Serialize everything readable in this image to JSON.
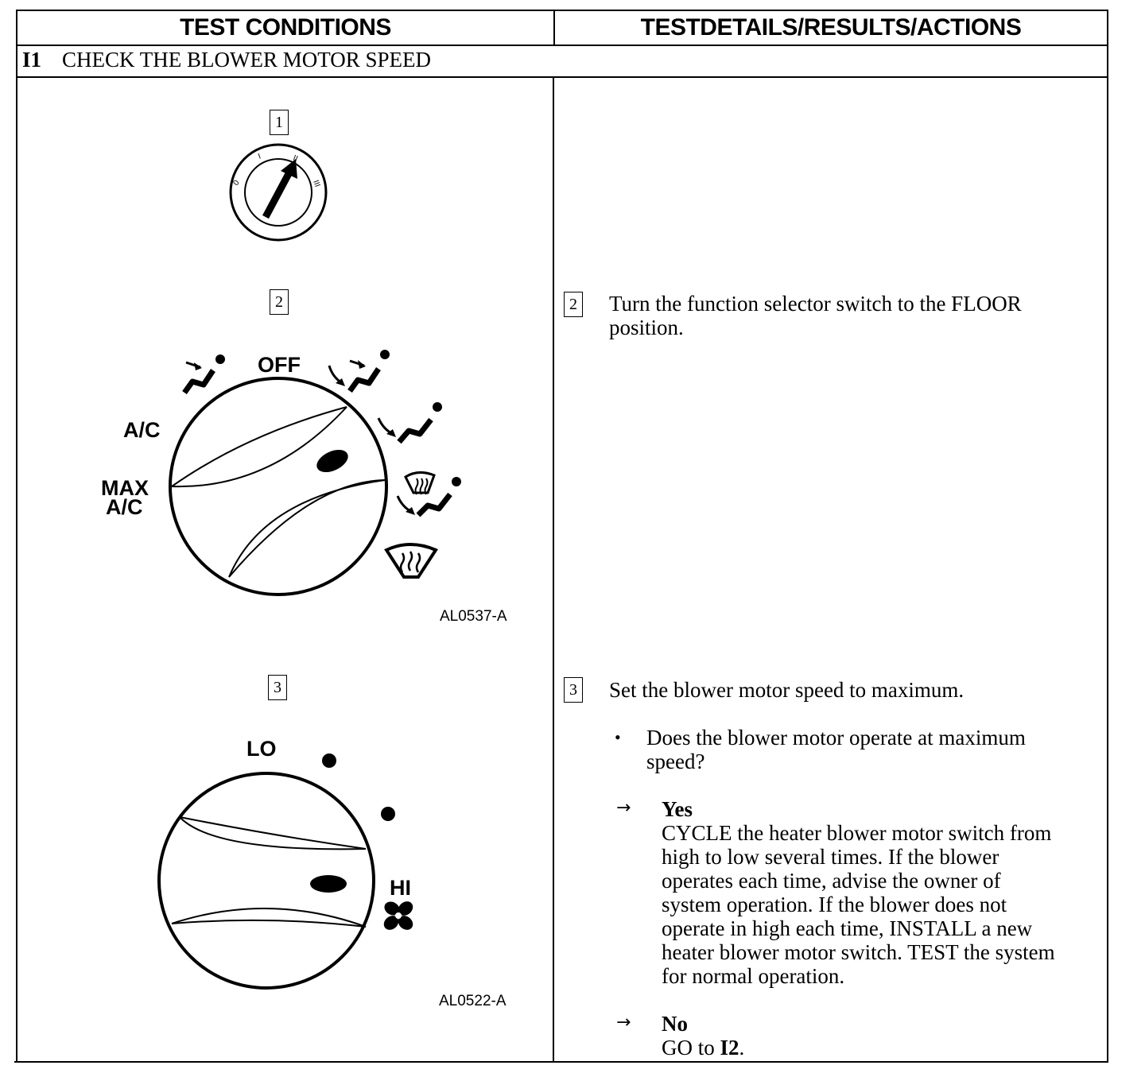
{
  "header": {
    "left": "TEST CONDITIONS",
    "right": "TESTDETAILS/RESULTS/ACTIONS"
  },
  "section": {
    "code": "I1",
    "title": "CHECK THE BLOWER MOTOR SPEED"
  },
  "left_steps": [
    {
      "number": "1"
    },
    {
      "number": "2"
    },
    {
      "number": "3"
    }
  ],
  "figures": {
    "ignition": {
      "positions": [
        "0",
        "I",
        "II",
        "III"
      ]
    },
    "function_selector": {
      "labels": {
        "off": "OFF",
        "ac": "A/C",
        "max_ac_1": "MAX",
        "max_ac_2": "A/C"
      },
      "figure_id": "AL0537-A"
    },
    "blower_speed": {
      "labels": {
        "lo": "LO",
        "hi": "HI"
      },
      "figure_id": "AL0522-A"
    }
  },
  "right_steps": {
    "step2": {
      "number": "2",
      "text_line1": "Turn the function selector switch to the FLOOR",
      "text_line2": "position."
    },
    "step3": {
      "number": "3",
      "text": "Set the blower motor speed to maximum.",
      "bullet": "•",
      "question_line1": "Does the blower motor operate at maximum",
      "question_line2": "speed?",
      "arrow": "→",
      "yes": {
        "label": "Yes",
        "lines": [
          "CYCLE the heater blower motor switch from",
          "high to low several times. If the blower",
          "operates each time, advise the owner of",
          "system operation. If the blower does not",
          "operate in high each time, INSTALL a new",
          "heater blower motor switch. TEST the system",
          "for normal operation."
        ]
      },
      "no": {
        "label": "No",
        "text_prefix": "GO to ",
        "target": "I2",
        "text_suffix": "."
      }
    }
  }
}
